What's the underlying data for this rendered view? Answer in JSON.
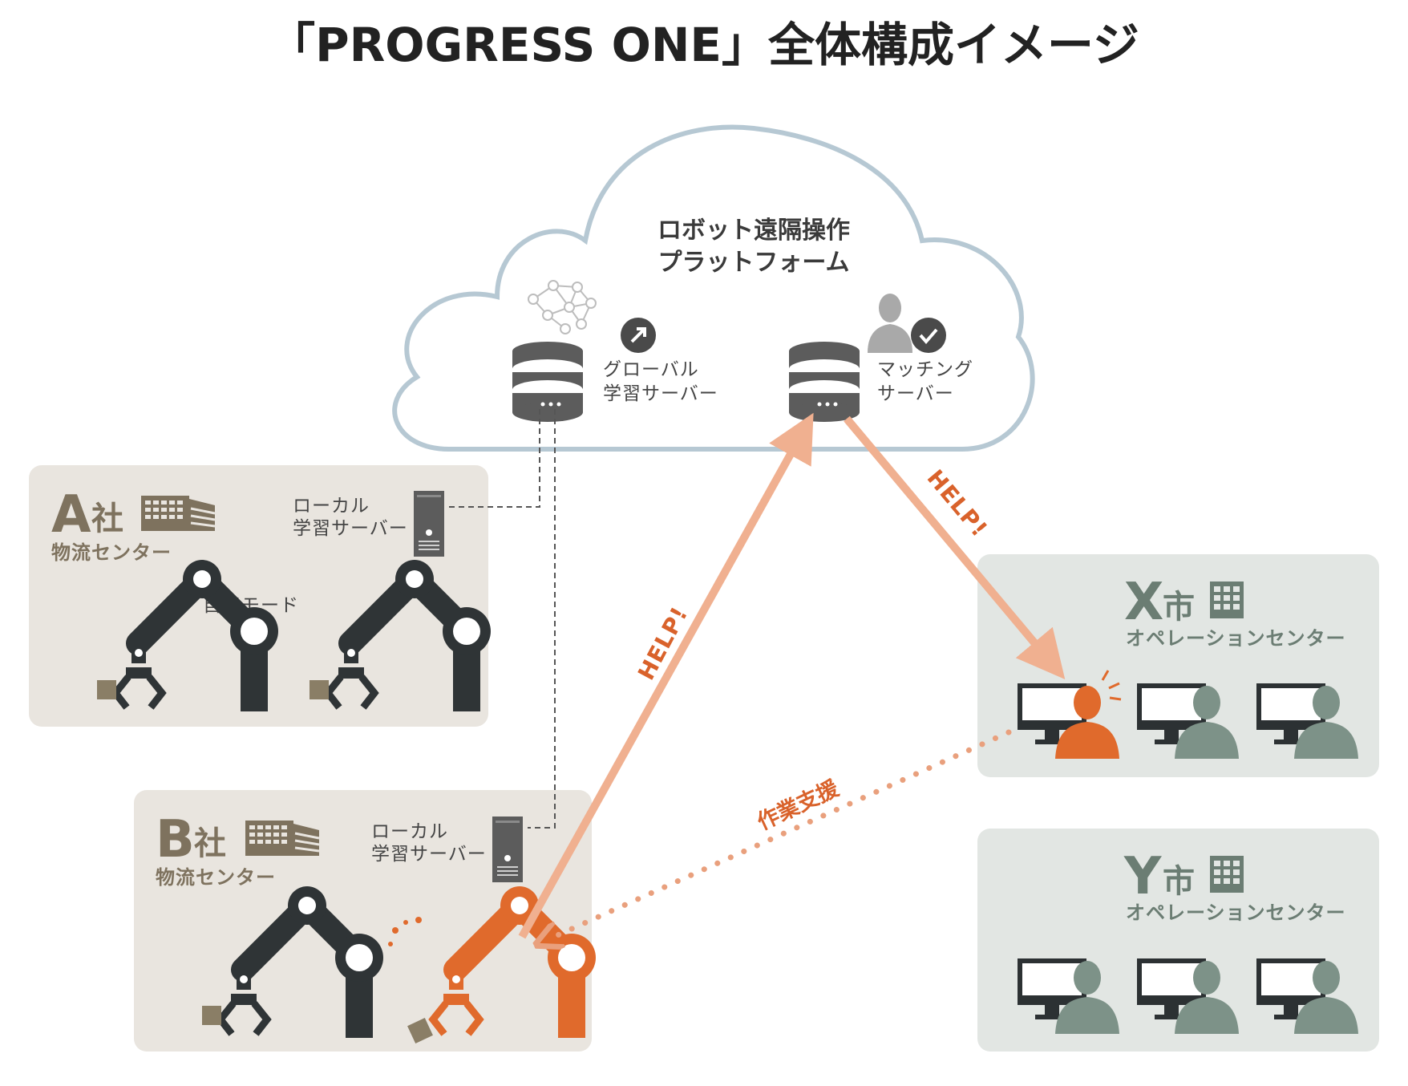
{
  "title": "「PROGRESS ONE」全体構成イメージ",
  "cloud": {
    "line1": "ロボット遠隔操作",
    "line2": "プラットフォーム",
    "global_server": {
      "line1": "グローバル",
      "line2": "学習サーバー"
    },
    "matching_server": {
      "line1": "マッチング",
      "line2": "サーバー"
    }
  },
  "center_a": {
    "letter": "A",
    "kanji": "社",
    "subtitle": "物流センター",
    "local_server": {
      "line1": "ローカル",
      "line2": "学習サーバー"
    },
    "mode_label": "自律モード"
  },
  "center_b": {
    "letter": "B",
    "kanji": "社",
    "subtitle": "物流センター",
    "local_server": {
      "line1": "ローカル",
      "line2": "学習サーバー"
    }
  },
  "ops_x": {
    "letter": "X",
    "kanji": "市",
    "subtitle": "オペレーションセンター"
  },
  "ops_y": {
    "letter": "Y",
    "kanji": "市",
    "subtitle": "オペレーションセンター"
  },
  "help_up": "HELP!",
  "help_down": "HELP!",
  "support_label": "作業支援",
  "colors": {
    "accent_orange": "#e06a2c",
    "arrow_peach": "#f0b090",
    "company_bg": "#e9e5df",
    "company_text": "#7e725e",
    "ops_bg": "#e2e6e3",
    "ops_text": "#6b7d73",
    "cloud_stroke": "#b6c8d3",
    "robot_dark": "#2f3436",
    "server_gray": "#5c5c5c"
  }
}
